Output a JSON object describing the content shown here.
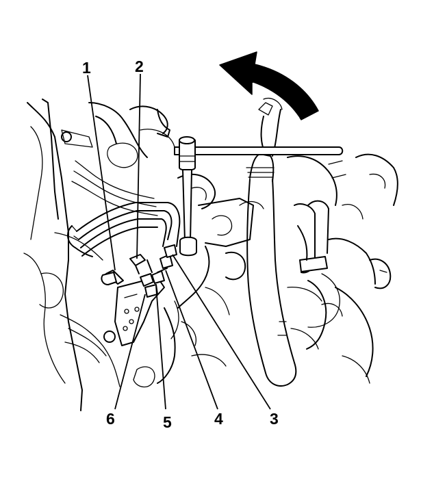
{
  "diagram": {
    "callouts": [
      {
        "id": "1",
        "label": "1"
      },
      {
        "id": "2",
        "label": "2"
      },
      {
        "id": "3",
        "label": "3"
      },
      {
        "id": "4",
        "label": "4"
      },
      {
        "id": "5",
        "label": "5"
      },
      {
        "id": "6",
        "label": "6"
      }
    ],
    "arrow": {
      "direction": "counterclockwise"
    }
  }
}
